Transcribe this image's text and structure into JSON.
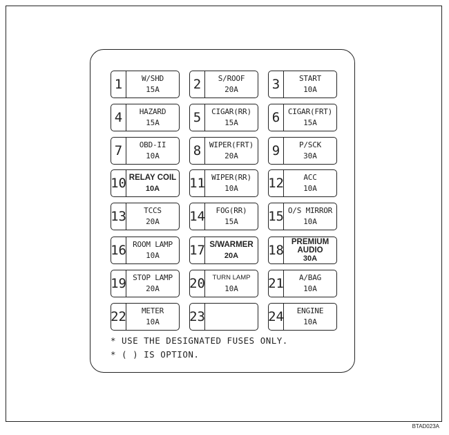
{
  "fuses": [
    {
      "num": "1",
      "name": "W/SHD",
      "amp": "15A"
    },
    {
      "num": "2",
      "name": "S/ROOF",
      "amp": "20A"
    },
    {
      "num": "3",
      "name": "START",
      "amp": "10A"
    },
    {
      "num": "4",
      "name": "HAZARD",
      "amp": "15A"
    },
    {
      "num": "5",
      "name": "CIGAR(RR)",
      "amp": "15A"
    },
    {
      "num": "6",
      "name": "CIGAR(FRT)",
      "amp": "15A"
    },
    {
      "num": "7",
      "name": "OBD-II",
      "amp": "10A"
    },
    {
      "num": "8",
      "name": "WIPER(FRT)",
      "amp": "20A"
    },
    {
      "num": "9",
      "name": "P/SCK",
      "amp": "30A"
    },
    {
      "num": "10",
      "name": "RELAY COIL",
      "amp": "10A"
    },
    {
      "num": "11",
      "name": "WIPER(RR)",
      "amp": "10A"
    },
    {
      "num": "12",
      "name": "ACC",
      "amp": "10A"
    },
    {
      "num": "13",
      "name": "TCCS",
      "amp": "20A"
    },
    {
      "num": "14",
      "name": "FOG(RR)",
      "amp": "15A"
    },
    {
      "num": "15",
      "name": "O/S MIRROR",
      "amp": "10A"
    },
    {
      "num": "16",
      "name": "ROOM LAMP",
      "amp": "10A"
    },
    {
      "num": "17",
      "name": "S/WARMER",
      "amp": "20A"
    },
    {
      "num": "18",
      "name": "PREMIUM AUDIO",
      "amp": "30A"
    },
    {
      "num": "19",
      "name": "STOP LAMP",
      "amp": "20A"
    },
    {
      "num": "20",
      "name": "TURN LAMP",
      "amp": "10A"
    },
    {
      "num": "21",
      "name": "A/BAG",
      "amp": "10A"
    },
    {
      "num": "22",
      "name": "METER",
      "amp": "10A"
    },
    {
      "num": "23",
      "name": "",
      "amp": ""
    },
    {
      "num": "24",
      "name": "ENGINE",
      "amp": "10A"
    }
  ],
  "notes": {
    "note1": "* USE THE DESIGNATED FUSES ONLY.",
    "note2": "* ( ) IS OPTION."
  },
  "figure_code": "BTAD023A"
}
